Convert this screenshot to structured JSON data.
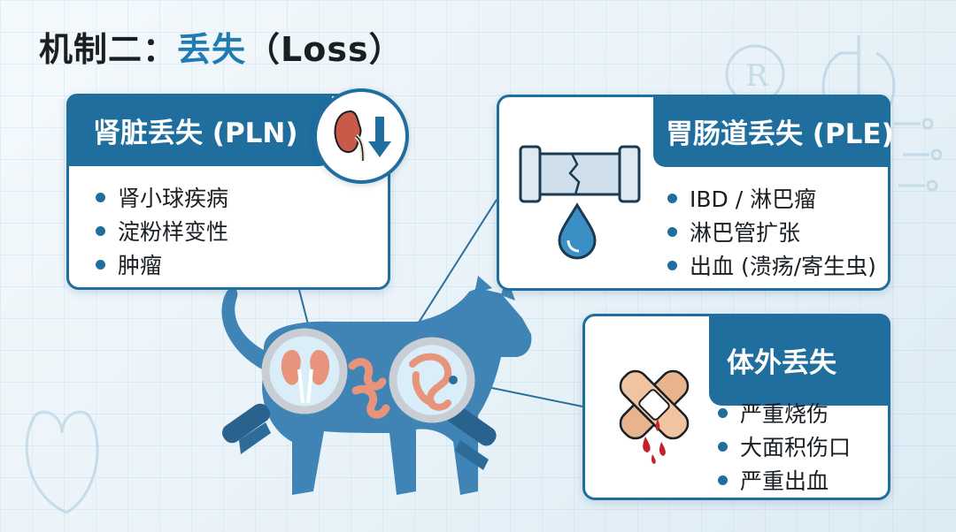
{
  "title": {
    "prefix": "机制二：",
    "accent": "丢失",
    "suffix": "（Loss）"
  },
  "cards": {
    "kidney": {
      "heading": "肾脏丢失 (PLN)",
      "items": [
        "肾小球疾病",
        "淀粉样变性",
        "肿瘤"
      ],
      "icons": [
        "kidney-icon",
        "arrow-down-icon"
      ]
    },
    "gi": {
      "heading": "胃肠道丢失 (PLE)",
      "items": [
        "IBD / 淋巴瘤",
        "淋巴管扩张",
        "出血 (溃疡/寄生虫)"
      ],
      "icons": [
        "leaking-pipe-icon"
      ]
    },
    "external": {
      "heading": "体外丢失",
      "items": [
        "严重烧伤",
        "大面积伤口",
        "严重出血"
      ],
      "icons": [
        "bandage-icon"
      ]
    }
  },
  "illustration": {
    "subject": "cat-silhouette",
    "magnifiers": [
      "kidney-magnifier",
      "intestine-magnifier"
    ]
  },
  "colors": {
    "primary": "#1f6e9e",
    "accent_text": "#1f7bb0",
    "cat_fill": "#3f84b5",
    "organ": "#e8937c",
    "blood": "#c0232b",
    "water": "#3c8fc4"
  }
}
